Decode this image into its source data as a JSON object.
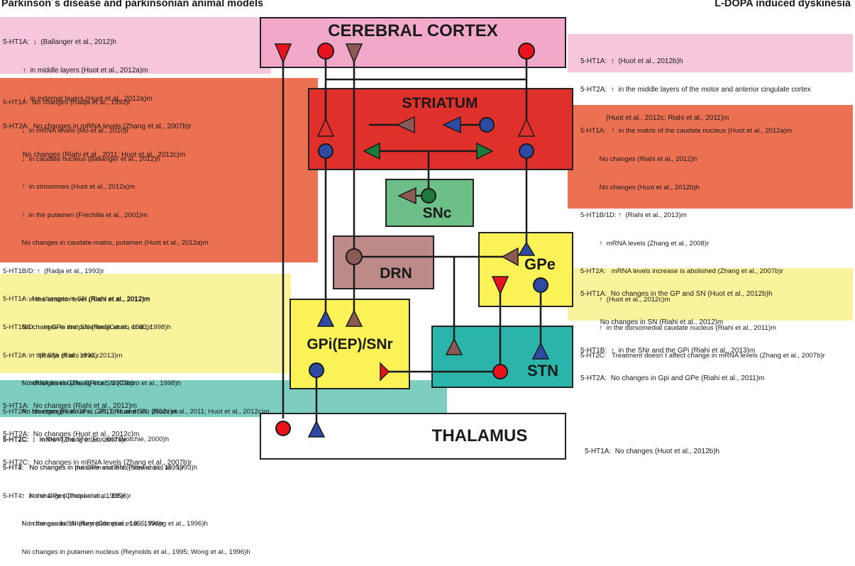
{
  "headers": {
    "left": "Parkinson´s disease and parkinsonian animal models",
    "right": "L-DOPA induced dyskinesia"
  },
  "colors": {
    "pink_panel": "#f6c6dc",
    "orange_panel": "#ec7052",
    "yellow_panel": "#f9f39e",
    "teal_panel": "#7dcdc1",
    "cortex": "#f2a9c9",
    "striatum": "#e0302b",
    "snc": "#6dbf88",
    "drn": "#bc8a88",
    "gpe": "#fbf258",
    "gpi": "#fbf258",
    "stn": "#2ab4aa",
    "thalamus": "#ffffff",
    "red_neuron": "#e8141d",
    "blue_neuron": "#2d4ba3",
    "brown_neuron": "#8c5a55",
    "green_neuron": "#1c7a3a"
  },
  "regions": {
    "cortex": "CEREBRAL CORTEX",
    "striatum": "STRIATUM",
    "snc": "SNc",
    "drn": "DRN",
    "gpe": "GPe",
    "gpi": "GPi(EP)/SNr",
    "stn": "STN",
    "thalamus": "THALAMUS"
  },
  "left_notes": {
    "cortex": [
      "5-HT1A:  ↓  (Ballanger et al., 2012)h",
      "          ↑  in middle layers (Huot et al., 2012a)m",
      "          ↓  in external layers (Huot et al., 2012a)m",
      "5-HT2A:  No changes in mRNA levels (Zhang et al., 2007b)r",
      "          No changes (Riahi et al., 2011; Huot et al., 2012c)m"
    ],
    "striatum": [
      "5-HT1A:  No changes (Radja et al., 1993)r",
      "          ↓  in mRNA levels (Mo et al., 2010)r",
      "          ↓  in caudate nucleus (Ballanger et al., 2012)h",
      "          ↑  in striosomes (Huot et al., 2012a)m",
      "          ↑  in the putamen (Frechilla et al., 2001)m",
      "          No changes in caudate-matrix, putamen (Huot et al., 2012a)m",
      "5-HT1B/D: ↑  (Radja et al., 1993)r",
      "          ↑  in the anterior level (Riahi et al., 2013)m",
      "          No changes in the putamen (Castro et al., 1998)h",
      "5-HT2A:  ↑  (Radja et al., 1993)r",
      "          ↑  mRNA levels (Zhang et al., 2007b)r",
      "          No changes (Riahi et al., 2011; Huot et al., 2012c)m",
      "5-HT2C:  ↓  mRNA (Zhang et al., 2007b)r",
      "5-HT3:   No changes in putamen nucleus (Steward et al., 1993)h",
      "5-HT4:   No changes (Patel et al., 1995)r",
      "          ↑  in the caudal striatum (Compan et al., 1996)r",
      "          No changes in putamen nucleus (Reynolds et al., 1995; Wong et al., 1996)h"
    ],
    "gpi_snr": [
      "5-HT1A:  No changes in SN (Riahi et al., 2012)m",
      "5-HT1B/D: ↑  in GPe and SN (Radja et al., 1993)r",
      "          ↑  in the SNr (Riahi et al., 2013)m",
      "          No changes in GPe, GPi or SN (Castro et al., 1998)h",
      "5-HT2A:  No changes in GPe, GPi, SNc and SNr (Riahi et al., 2011; Huot et al., 2012c)m",
      "5-HT2C:  ↑  in the in the SNr (Fox and Brotchie, 2000)h",
      "5-HT4:   No changes in the GPe and SN (Patel et al., 1995)r",
      "          ↑  in the GPe (Compan et al., 1996)r",
      "          No changes in SN (Reynolds et al., 1995; Wong et al., 1996)h"
    ],
    "thalamus": [
      "5-HT1A:  No changes (Riahi et al., 2012)m",
      "5-HT2A:  No changes (Huot et al., 2012c)m",
      "5-HT2C:  No changes in mRNA levels (Zhang et al., 2007b)r"
    ]
  },
  "right_notes": {
    "cortex": [
      "5-HT1A:  ↑  (Huot et al., 2012b)h",
      "5-HT2A:  ↑  in the middle layers of the motor and anterior cingulate cortex",
      "             (Huot et al., 2012c; Riahi et al., 2011)m"
    ],
    "striatum": [
      "5-HT1A:   ↑  in the matrix of the caudate nucleus (Huot et al., 2012a)m",
      "          No changes (Riahi et al., 2012)h",
      "          No changes (Huot et al., 2012b)h",
      "5-HT1B/1D: ↑  (Riahi et al., 2013)m",
      "          ↑  mRNA levels (Zhang et al., 2008)r",
      "5-HT2A:   mRNA levels increase is abolished (Zhang et al., 2007b)r",
      "          ↑  (Huot et al., 2012c)m",
      "          ↑  in the dorsomedial caudate nucleus (Riahi et al., 2011)m",
      "5-HT2C:   Treatment doesn´t affect change in mRNA levels (Zhang et al., 2007b)r"
    ],
    "gp": [
      "5-HT1A:  No changes in the GP and SN (Huot et al., 2012b)h",
      "          No changes in SN (Riahi et al., 2012)m",
      "5-HT1B:  ↑  in the SNr and the GPi (Riahi et al., 2013)m",
      "5-HT2A:  No changes in Gpi and GPe (Riahi et al., 2011)m"
    ],
    "thalamus": [
      "5-HT1A:  No changes (Huot et al., 2012b)h"
    ]
  }
}
